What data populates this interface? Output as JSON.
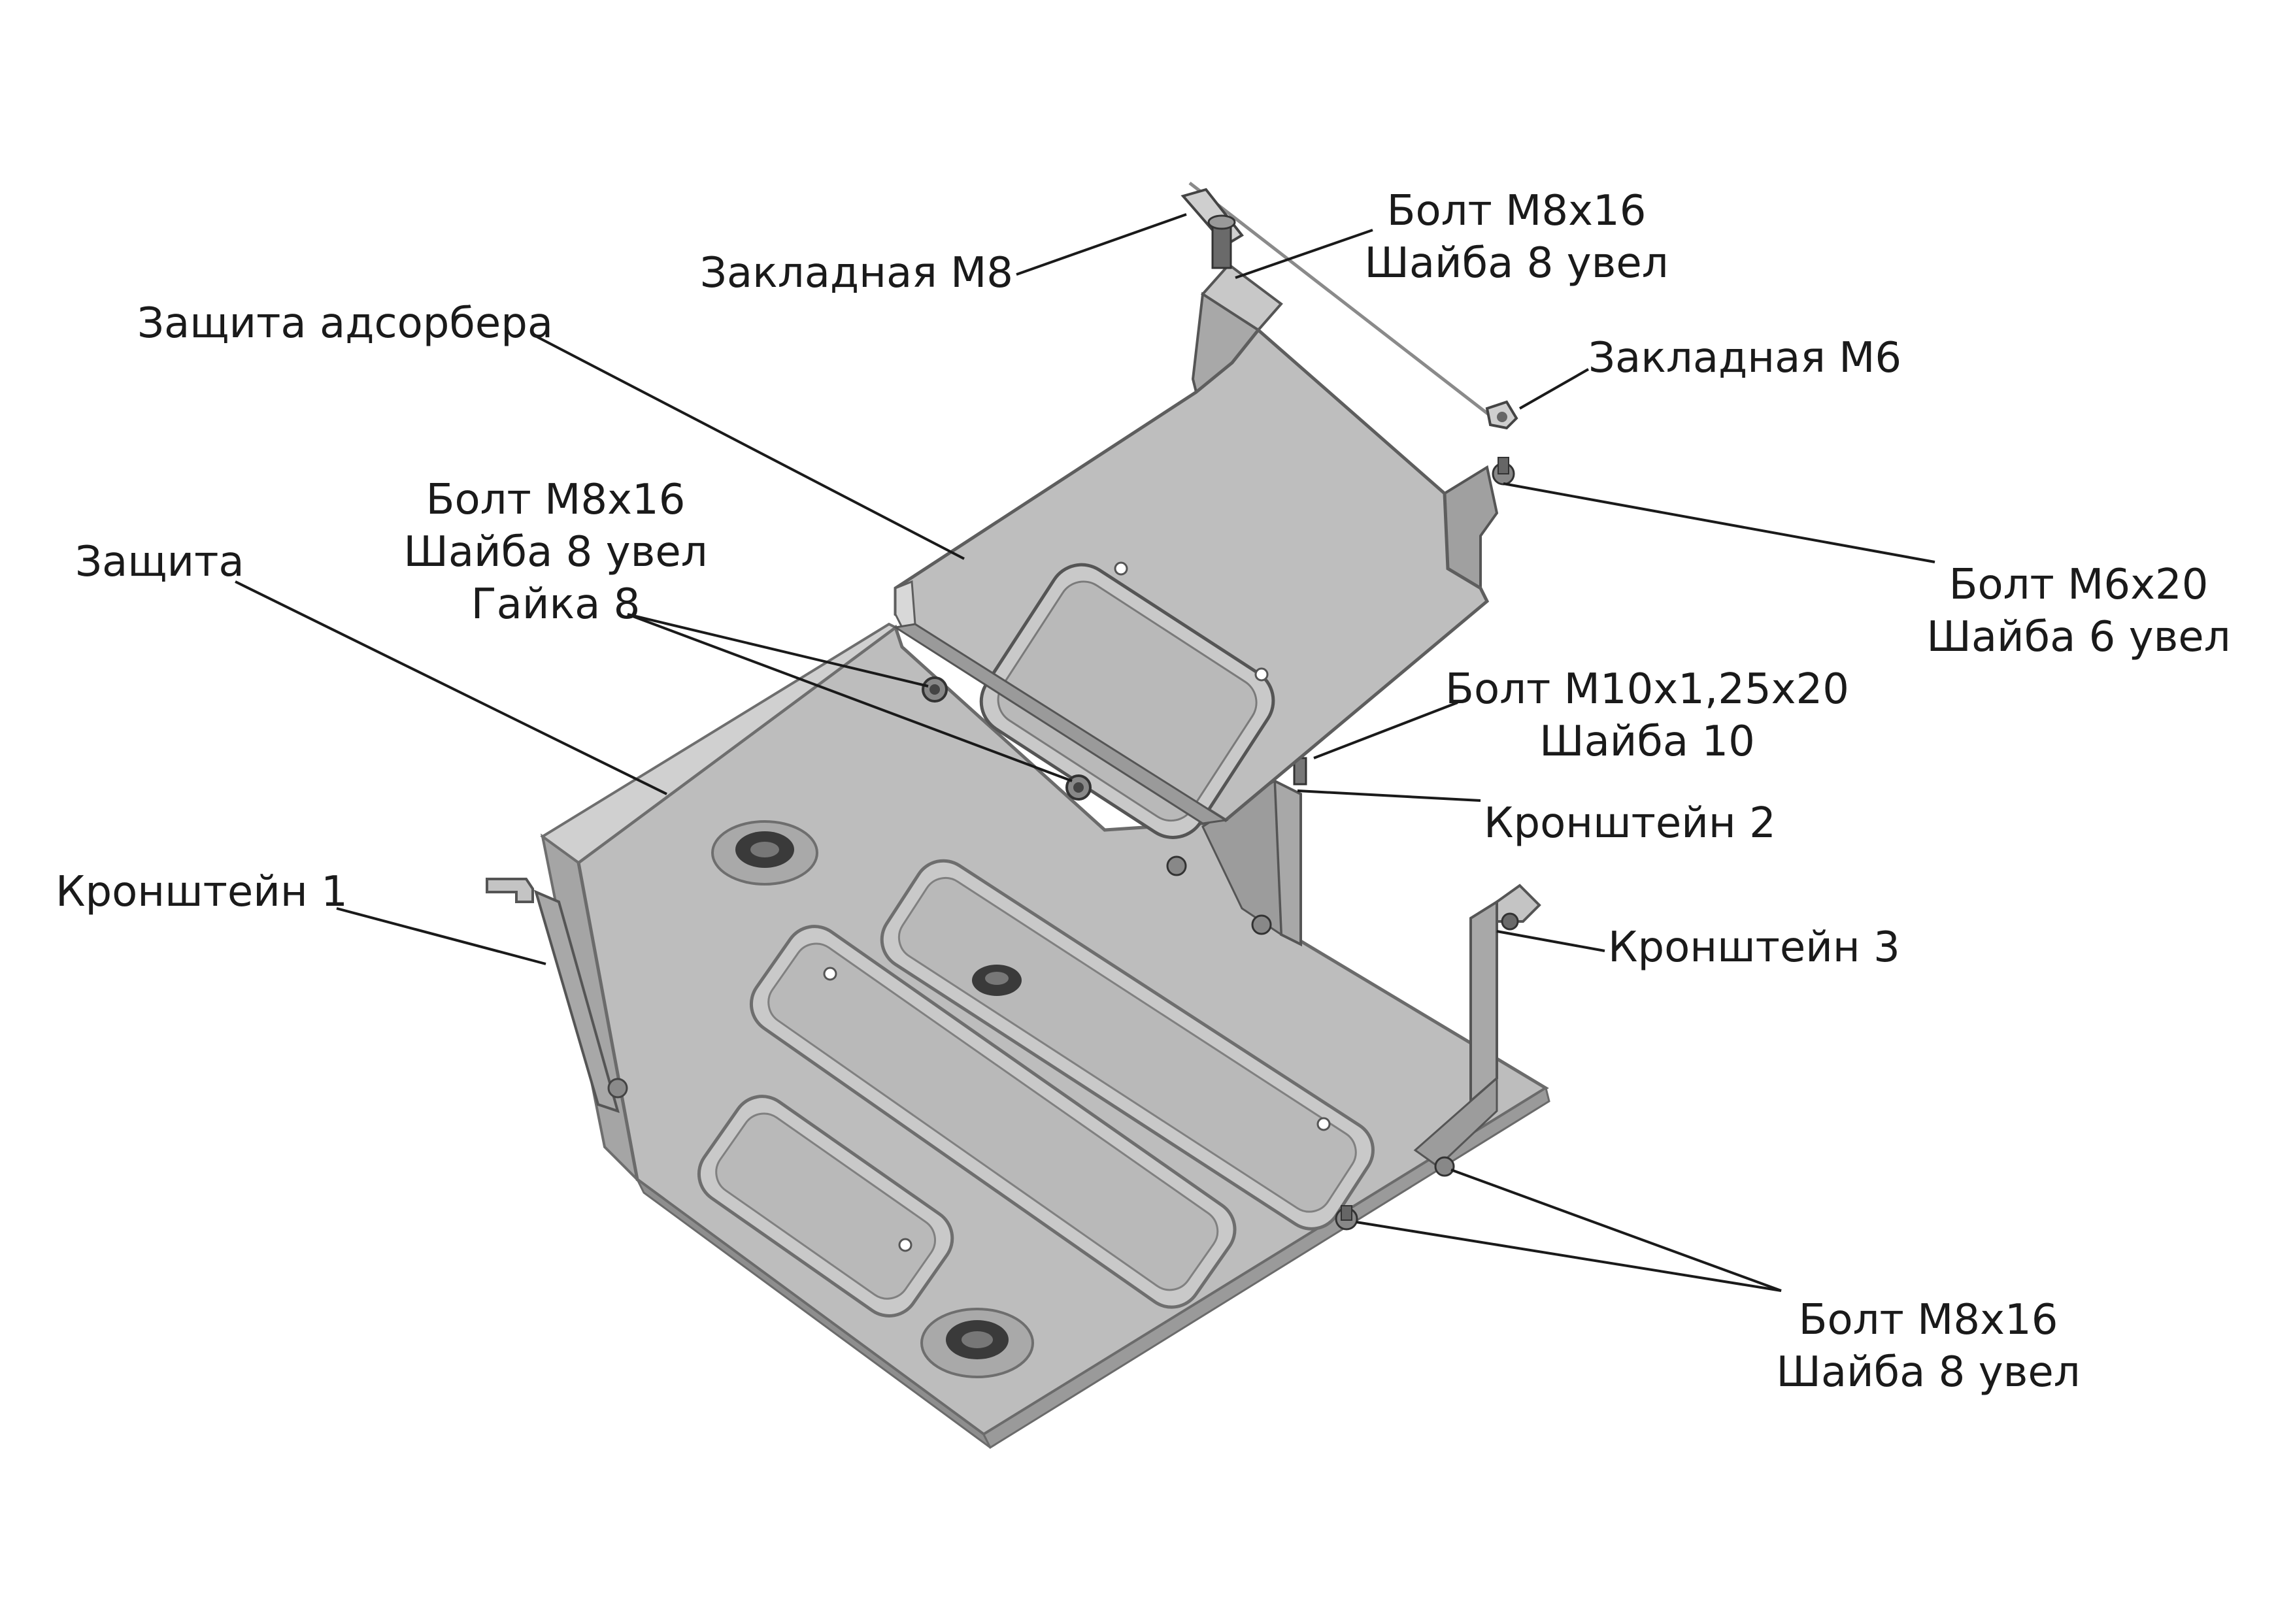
{
  "colors": {
    "background": "#ffffff",
    "plate_top": "#bcbcbc",
    "plate_side": "#9a9a9a",
    "plate_edge": "#6e6e6e",
    "recess": "#c9c9c9",
    "leader": "#1a1a1a"
  },
  "labels": {
    "zakladnaya_m8": "Закладная М8",
    "bolt_m8_top": [
      "Болт М8х16",
      "Шайба 8 увел"
    ],
    "zakladnaya_m6": "Закладная М6",
    "zashchita_adsorbera": "Защита адсорбера",
    "bolt_m8_gayka": [
      "Болт М8х16",
      "Шайба 8 увел",
      "Гайка 8"
    ],
    "zashchita": "Защита",
    "bolt_m6": [
      "Болт М6х20",
      "Шайба 6 увел"
    ],
    "bolt_m10": [
      "Болт М10х1,25х20",
      "Шайба 10"
    ],
    "kronshteyn_2": "Кронштейн 2",
    "kronshteyn_1": "Кронштейн 1",
    "kronshteyn_3": "Кронштейн 3",
    "bolt_m8_bottom": [
      "Болт М8х16",
      "Шайба 8 увел"
    ]
  }
}
